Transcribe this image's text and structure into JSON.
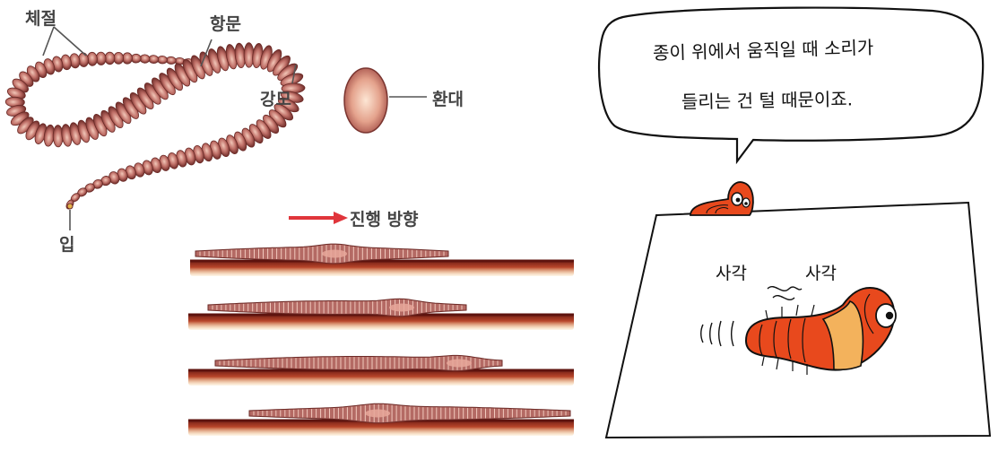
{
  "anatomy": {
    "segment_label": "체절",
    "anus_label": "항문",
    "setae_label": "강모",
    "clitellum_label": "환대",
    "mouth_label": "입"
  },
  "movement": {
    "direction_label": "진행 방향"
  },
  "cartoon": {
    "speech_line1": "종이 위에서 움직일 때 소리가",
    "speech_line2": "들리는 건 털 때문이죠.",
    "sound_left": "사각",
    "sound_right": "사각"
  },
  "colors": {
    "worm_body": "#9c4a45",
    "worm_highlight": "#f0c4b4",
    "ground_top": "#7a1f18",
    "ground_glow": "#f2b25a",
    "arrow": "#e0353b",
    "cartoon_red": "#e8491d",
    "cartoon_band": "#f3b25c"
  }
}
